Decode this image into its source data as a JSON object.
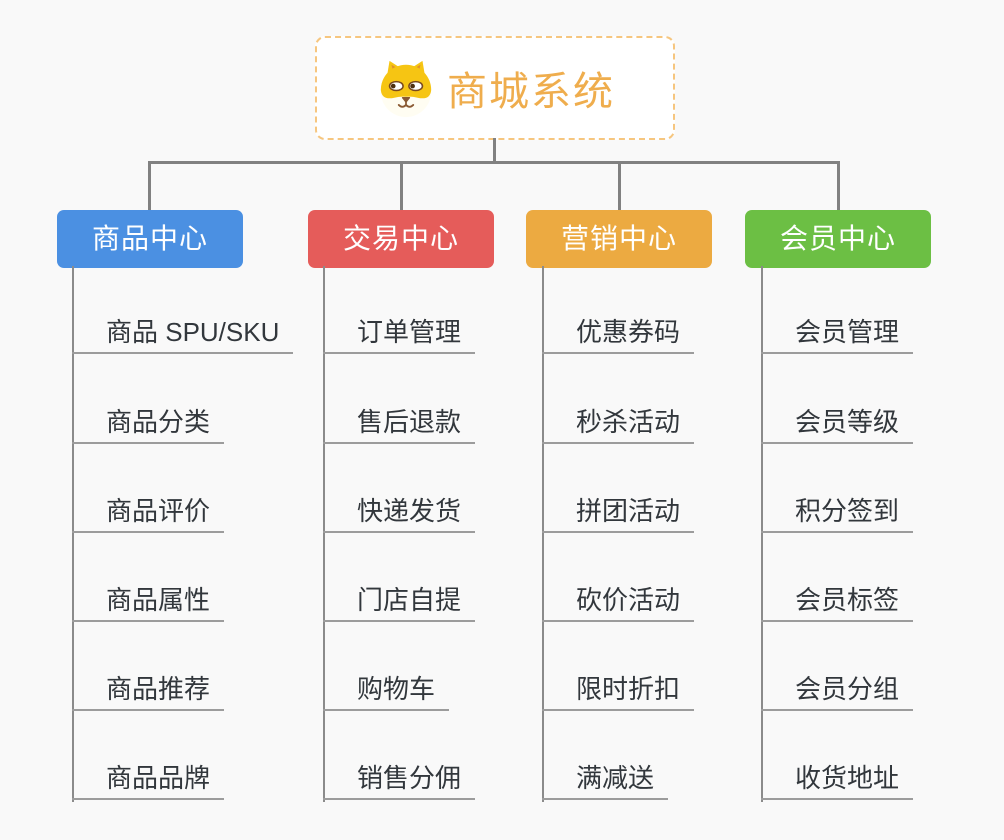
{
  "canvas": {
    "background": "#f9f9f9"
  },
  "root": {
    "title": "商城系统",
    "icon": "dog-face-icon",
    "title_color": "#efad4d",
    "border_color": "#f6c67f"
  },
  "connectors": {
    "color": "#818181"
  },
  "branches": [
    {
      "label": "商品中心",
      "color": "#4b90e2",
      "items": [
        "商品 SPU/SKU",
        "商品分类",
        "商品评价",
        "商品属性",
        "商品推荐",
        "商品品牌"
      ]
    },
    {
      "label": "交易中心",
      "color": "#e55c5a",
      "items": [
        "订单管理",
        "售后退款",
        "快递发货",
        "门店自提",
        "购物车",
        "销售分佣"
      ]
    },
    {
      "label": "营销中心",
      "color": "#ecaa41",
      "items": [
        "优惠券码",
        "秒杀活动",
        "拼团活动",
        "砍价活动",
        "限时折扣",
        "满减送"
      ]
    },
    {
      "label": "会员中心",
      "color": "#6cbf44",
      "items": [
        "会员管理",
        "会员等级",
        "积分签到",
        "会员标签",
        "会员分组",
        "收货地址"
      ]
    }
  ]
}
